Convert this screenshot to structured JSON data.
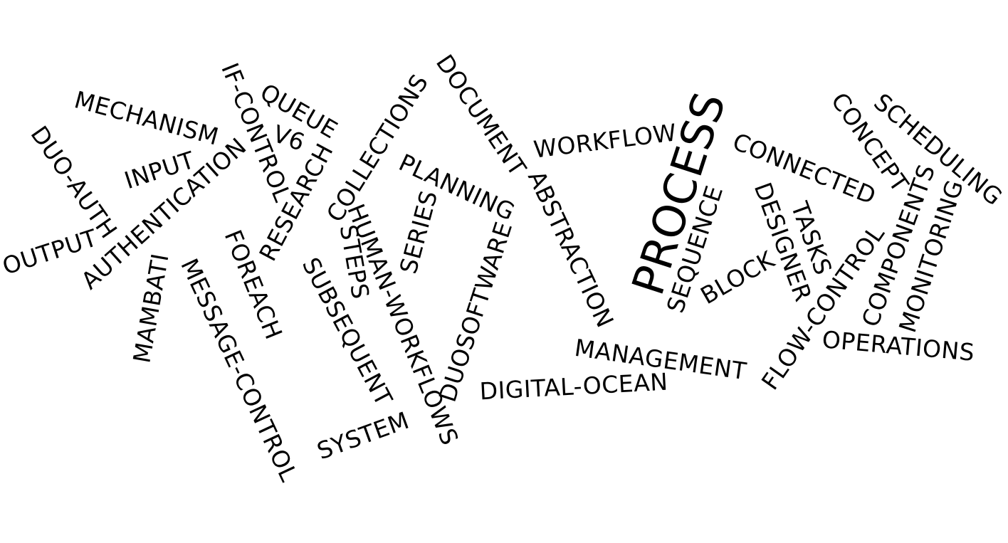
{
  "text_color": "#000000",
  "background_color": "#ffffff",
  "words": [
    "PROCESS",
    "WORKFLOW",
    "DOCUMENT",
    "ABSTRACTION",
    "CONNECTED",
    "SCHEDULING",
    "CONCEPT",
    "COMPONENTS",
    "MONITORING",
    "OPERATIONS",
    "FLOW-CONTROL",
    "TASKS",
    "DESIGNER",
    "BLOCK",
    "SEQUENCE",
    "MANAGEMENT",
    "DIGITAL-OCEAN",
    "DUOSOFTWARE",
    "PLANNING",
    "SERIES",
    "COLLECTIONS",
    "HUMAN-WORKFLOWS",
    "STEPS",
    "SUBSEQUENT",
    "SYSTEM",
    "MESSAGE-CONTROL",
    "MAMBATI",
    "FOREACH",
    "RESEARCH",
    "QUEUE",
    "V6",
    "IF-CONTROL",
    "MECHANISM",
    "INPUT",
    "AUTHENTICATION",
    "DUO-AUTH",
    "OUTPUT"
  ]
}
